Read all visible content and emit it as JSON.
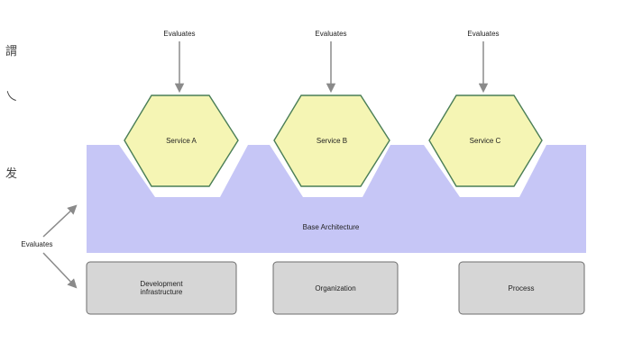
{
  "edge_glyphs": [
    "謂",
    "乀",
    "发"
  ],
  "top_evaluates": [
    "Evaluates",
    "Evaluates",
    "Evaluates"
  ],
  "services": [
    "Service A",
    "Service B",
    "Service C"
  ],
  "base": "Base Architecture",
  "side_evaluates": "Evaluates",
  "bottom_boxes": [
    [
      "Development",
      "infrastructure"
    ],
    [
      "Organization"
    ],
    [
      "Process"
    ]
  ],
  "colors": {
    "base_fill": "#c6c6f6",
    "hex_fill": "#f5f5b4",
    "hex_stroke": "#4a7e56",
    "box_fill": "#d6d6d6",
    "box_stroke": "#6e6e6e",
    "arrow": "#8a8a8a"
  }
}
